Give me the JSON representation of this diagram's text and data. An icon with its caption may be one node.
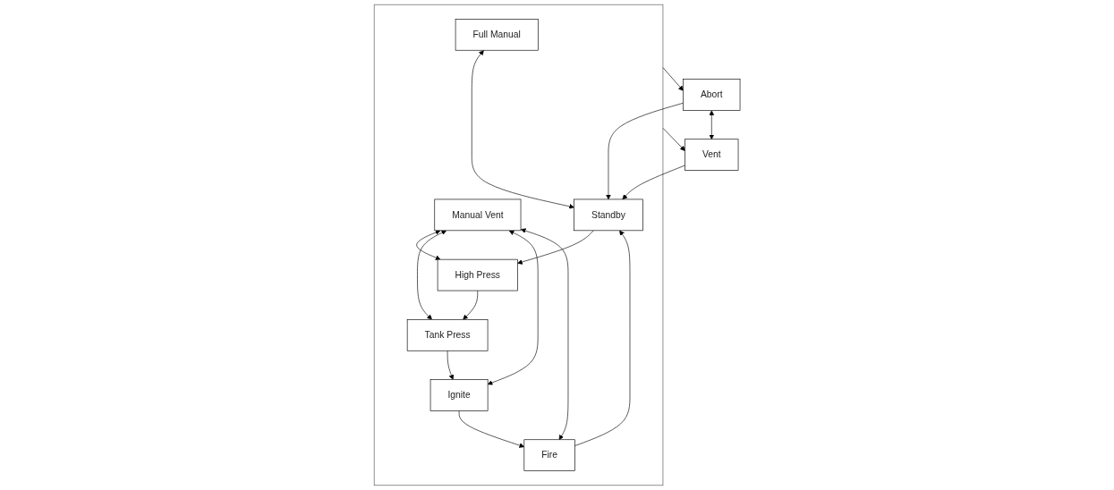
{
  "diagram": {
    "nodes": [
      {
        "text": [
          "Abort"
        ]
      },
      {
        "text": [
          "Vent"
        ]
      },
      {
        "text": [],
        "shape": "box"
      },
      {
        "text": [
          "Full Manual"
        ],
        "in": 2
      },
      {
        "text": [
          "Manual Vent"
        ],
        "in": 2
      },
      {
        "text": [
          "Standby"
        ],
        "in": 2
      },
      {
        "text": [
          "High Press"
        ],
        "in": 2
      },
      {
        "text": [
          "Tank Press"
        ],
        "in": 2
      },
      {
        "text": [
          "Ignite"
        ],
        "in": 2
      },
      {
        "text": [
          "Fire"
        ],
        "in": 2
      }
    ],
    "edges": [
      {
        "from": 2,
        "to": 0,
        "arrow": "to"
      },
      {
        "from": 2,
        "to": 1,
        "arrow": "to"
      },
      {
        "from": 0,
        "to": 1,
        "arrow": "both"
      },
      {
        "from": 0,
        "to": 5,
        "arrow": "to"
      },
      {
        "from": 1,
        "to": 5,
        "arrow": "to"
      },
      {
        "from": 3,
        "to": 5,
        "arrow": "both"
      },
      {
        "from": 5,
        "to": 6,
        "arrow": "to"
      },
      {
        "from": 6,
        "to": 7,
        "arrow": "to"
      },
      {
        "from": 7,
        "to": 8,
        "arrow": "to"
      },
      {
        "from": 8,
        "to": 9,
        "arrow": "to"
      },
      {
        "from": 4,
        "to": 6,
        "arrow": "both"
      },
      {
        "from": 4,
        "to": 7,
        "arrow": "both"
      },
      {
        "from": 4,
        "to": 8,
        "arrow": "both"
      },
      {
        "from": 4,
        "to": 9,
        "arrow": "both"
      },
      {
        "from": 9,
        "to": 5,
        "arrow": "to"
      }
    ]
  }
}
